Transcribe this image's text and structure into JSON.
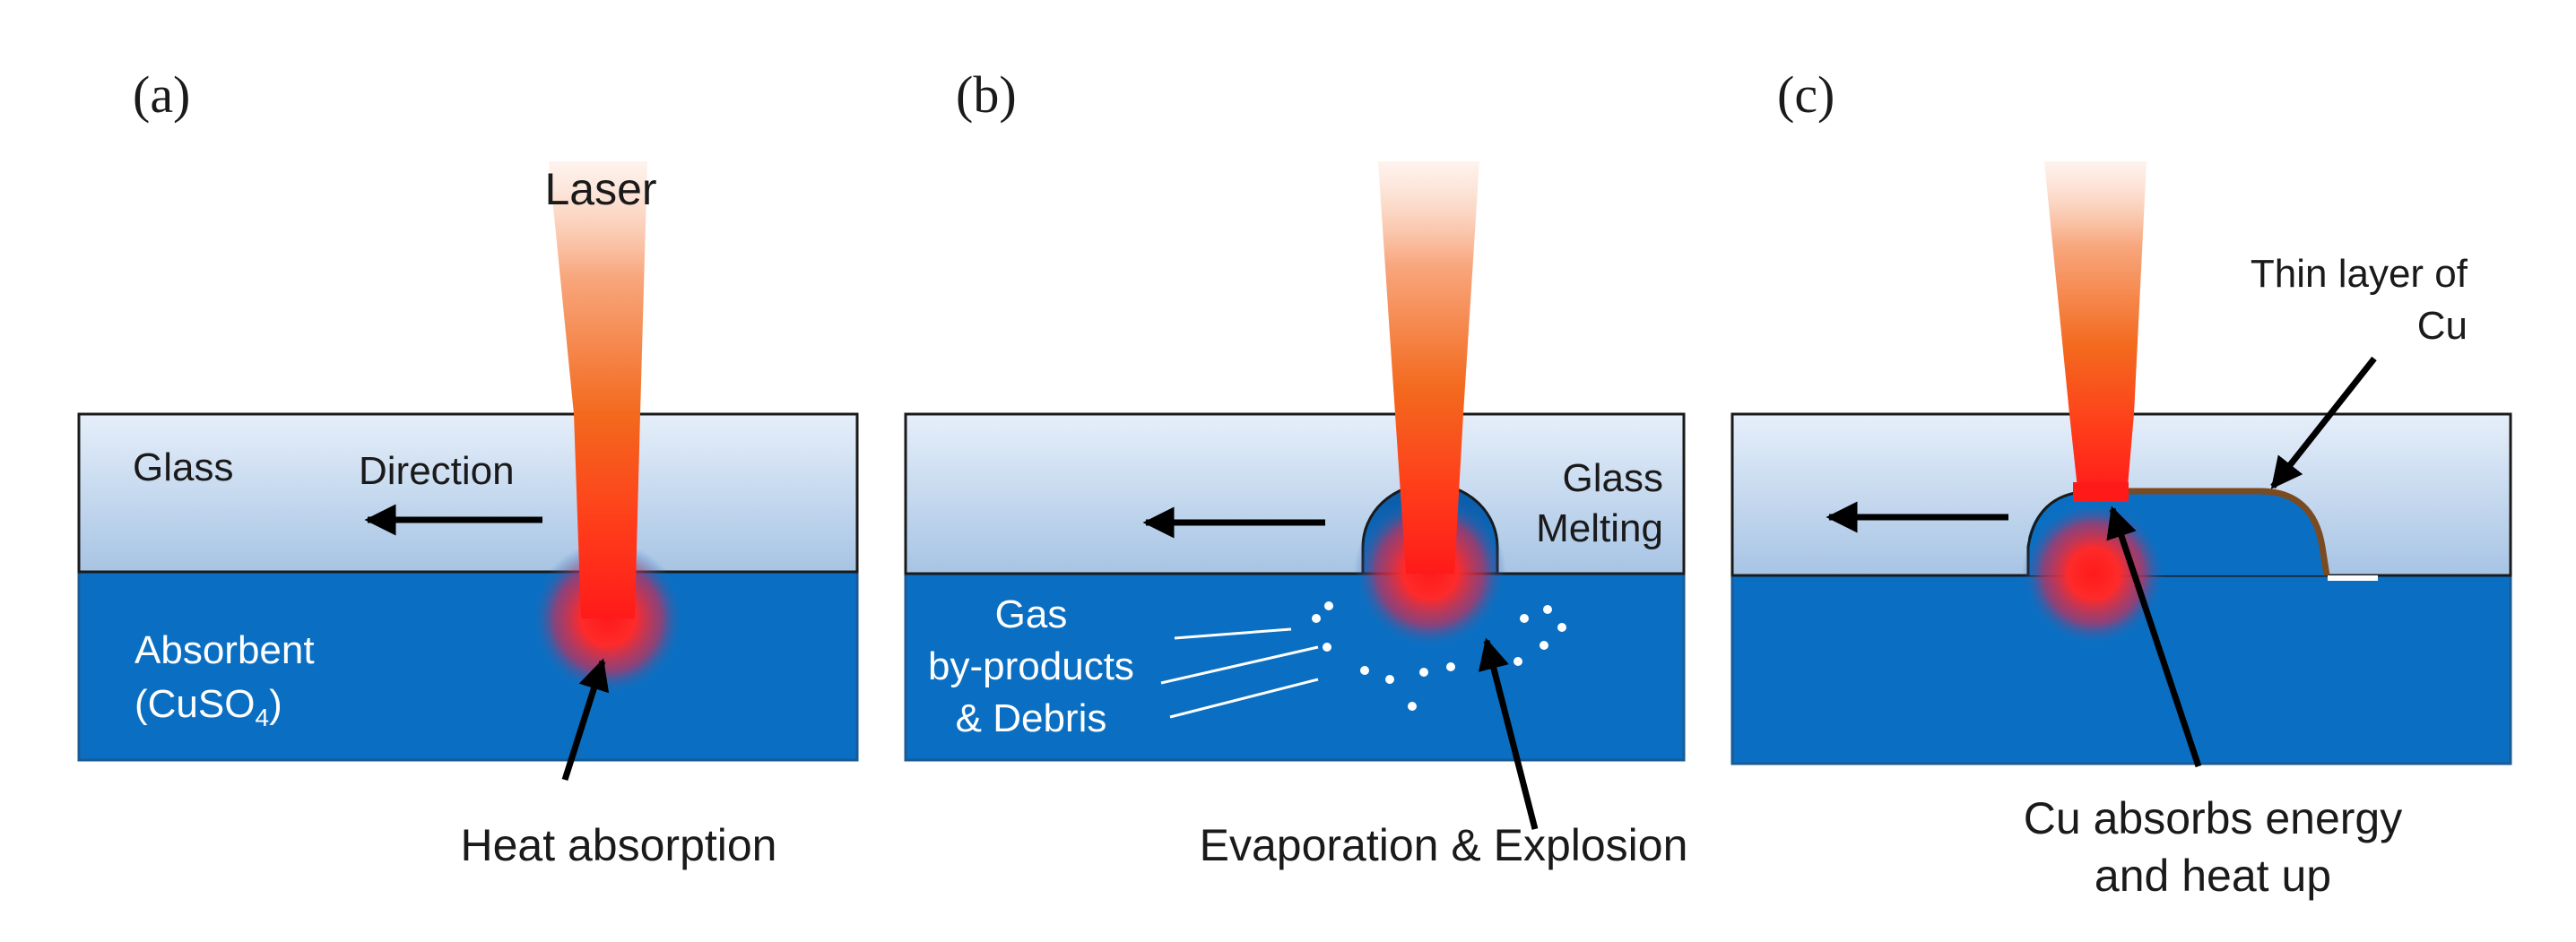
{
  "colors": {
    "glass_top": "#e6effa",
    "glass_bottom": "#a7c4e4",
    "absorbent": "#0a6fc2",
    "absorbent_edge": "#1a5a96",
    "laser_core": "#ff1a1a",
    "laser_mid": "#f36a1e",
    "laser_fade": "#fbd6c4",
    "cu_layer": "#7a4a22",
    "label_dark": "#1a1a1a",
    "label_light": "#ffffff"
  },
  "panels": {
    "a": {
      "tag": "(a)",
      "laser_label": "Laser",
      "glass_label": "Glass",
      "direction_label": "Direction",
      "absorbent_label": "Absorbent",
      "absorbent_formula_main": "(CuSO",
      "absorbent_formula_sub": "4",
      "absorbent_formula_end": ")",
      "callout": "Heat absorption"
    },
    "b": {
      "tag": "(b)",
      "glass_melting_line1": "Glass",
      "glass_melting_line2": "Melting",
      "gas_line1": "Gas",
      "gas_line2": "by-products",
      "gas_line3": "& Debris",
      "callout": "Evaporation & Explosion"
    },
    "c": {
      "tag": "(c)",
      "cu_label_line1": "Thin layer of",
      "cu_label_line2": "Cu",
      "callout_line1": "Cu absorbs energy",
      "callout_line2": "and heat up"
    }
  }
}
